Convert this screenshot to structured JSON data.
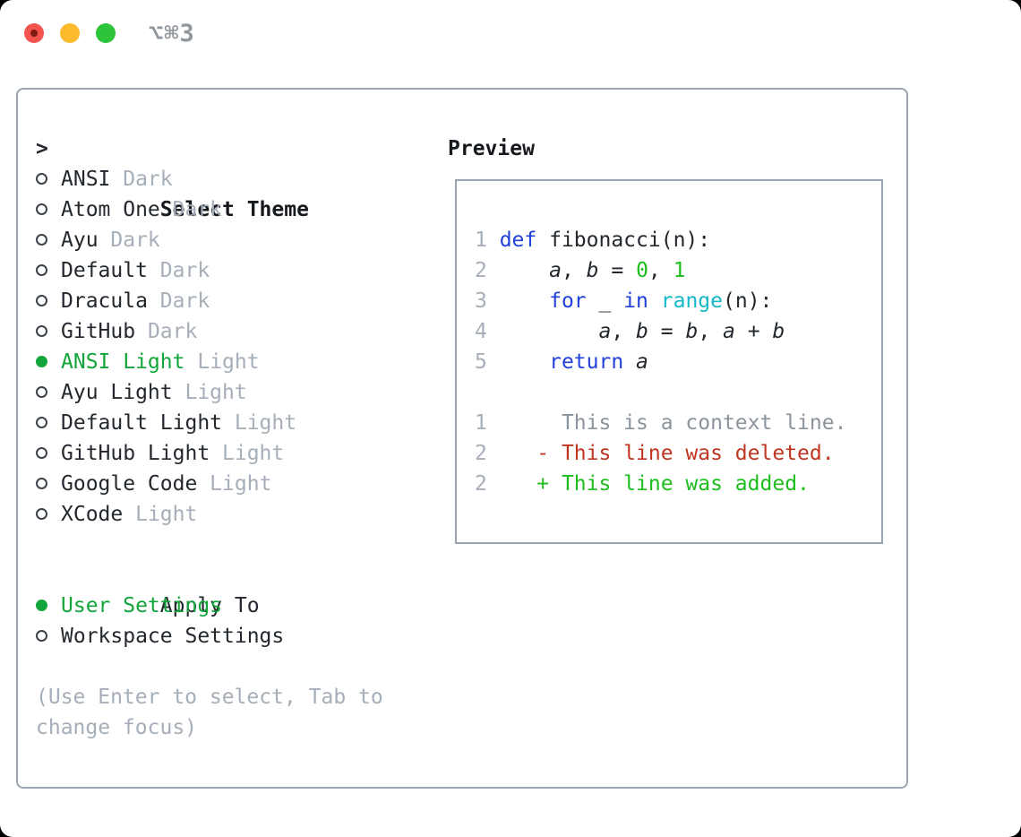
{
  "window": {
    "shortcut_label": "⌥⌘3",
    "traffic_lights": [
      "close",
      "minimize",
      "zoom"
    ]
  },
  "colors": {
    "accent_green": "#12a53a",
    "bright_green": "#1dbd1d",
    "keyword_blue": "#2041d9",
    "builtin_cyan": "#14b8c7",
    "deleted_red": "#c03520",
    "muted_gray": "#a6aeb9",
    "border_gray": "#9aa4af",
    "text_dark": "#23282e"
  },
  "theme_panel": {
    "prompt": ">",
    "title": "Select Theme",
    "themes": [
      {
        "name": "ANSI",
        "variant": "Dark",
        "selected": false
      },
      {
        "name": "Atom One",
        "variant": "Dark",
        "selected": false
      },
      {
        "name": "Ayu",
        "variant": "Dark",
        "selected": false
      },
      {
        "name": "Default",
        "variant": "Dark",
        "selected": false
      },
      {
        "name": "Dracula",
        "variant": "Dark",
        "selected": false
      },
      {
        "name": "GitHub",
        "variant": "Dark",
        "selected": false
      },
      {
        "name": "ANSI Light",
        "variant": "Light",
        "selected": true
      },
      {
        "name": "Ayu Light",
        "variant": "Light",
        "selected": false
      },
      {
        "name": "Default Light",
        "variant": "Light",
        "selected": false
      },
      {
        "name": "GitHub Light",
        "variant": "Light",
        "selected": false
      },
      {
        "name": "Google Code",
        "variant": "Light",
        "selected": false
      },
      {
        "name": "XCode",
        "variant": "Light",
        "selected": false
      }
    ],
    "apply_to": {
      "title": "Apply To",
      "options": [
        {
          "label": "User Settings",
          "selected": true
        },
        {
          "label": "Workspace Settings",
          "selected": false
        }
      ]
    },
    "hint_lines": [
      "(Use Enter to select, Tab to",
      "change focus)"
    ]
  },
  "preview_panel": {
    "title": "Preview",
    "lines": [
      {
        "segments": [
          {
            "text": "1 ",
            "style": "ln"
          },
          {
            "text": "def",
            "style": "kw"
          },
          {
            "text": " fibonacci(n):",
            "style": "fg"
          }
        ]
      },
      {
        "segments": [
          {
            "text": "2 ",
            "style": "ln"
          },
          {
            "text": "    ",
            "style": "fg"
          },
          {
            "text": "a",
            "style": "var"
          },
          {
            "text": ", ",
            "style": "fg"
          },
          {
            "text": "b",
            "style": "var"
          },
          {
            "text": " = ",
            "style": "fg"
          },
          {
            "text": "0",
            "style": "num"
          },
          {
            "text": ", ",
            "style": "fg"
          },
          {
            "text": "1",
            "style": "num"
          }
        ]
      },
      {
        "segments": [
          {
            "text": "3 ",
            "style": "ln"
          },
          {
            "text": "    ",
            "style": "fg"
          },
          {
            "text": "for",
            "style": "kw"
          },
          {
            "text": " _ ",
            "style": "fg"
          },
          {
            "text": "in",
            "style": "kw"
          },
          {
            "text": " ",
            "style": "fg"
          },
          {
            "text": "range",
            "style": "cy"
          },
          {
            "text": "(n):",
            "style": "fg"
          }
        ]
      },
      {
        "segments": [
          {
            "text": "4 ",
            "style": "ln"
          },
          {
            "text": "        ",
            "style": "fg"
          },
          {
            "text": "a",
            "style": "var"
          },
          {
            "text": ", ",
            "style": "fg"
          },
          {
            "text": "b",
            "style": "var"
          },
          {
            "text": " = ",
            "style": "fg"
          },
          {
            "text": "b",
            "style": "var"
          },
          {
            "text": ", ",
            "style": "fg"
          },
          {
            "text": "a",
            "style": "var"
          },
          {
            "text": " + ",
            "style": "fg"
          },
          {
            "text": "b",
            "style": "var"
          }
        ]
      },
      {
        "segments": [
          {
            "text": "5 ",
            "style": "ln"
          },
          {
            "text": "    ",
            "style": "fg"
          },
          {
            "text": "return",
            "style": "kw"
          },
          {
            "text": " ",
            "style": "fg"
          },
          {
            "text": "a",
            "style": "var"
          }
        ]
      },
      {
        "segments": []
      },
      {
        "segments": [
          {
            "text": "1",
            "style": "ln"
          },
          {
            "text": "      This is a context line.",
            "style": "ctx"
          }
        ]
      },
      {
        "segments": [
          {
            "text": "2",
            "style": "ln"
          },
          {
            "text": "    ",
            "style": "fg"
          },
          {
            "text": "- This line was deleted.",
            "style": "del"
          }
        ]
      },
      {
        "segments": [
          {
            "text": "2",
            "style": "ln"
          },
          {
            "text": "    ",
            "style": "fg"
          },
          {
            "text": "+ This line was added.",
            "style": "add"
          }
        ]
      }
    ]
  }
}
